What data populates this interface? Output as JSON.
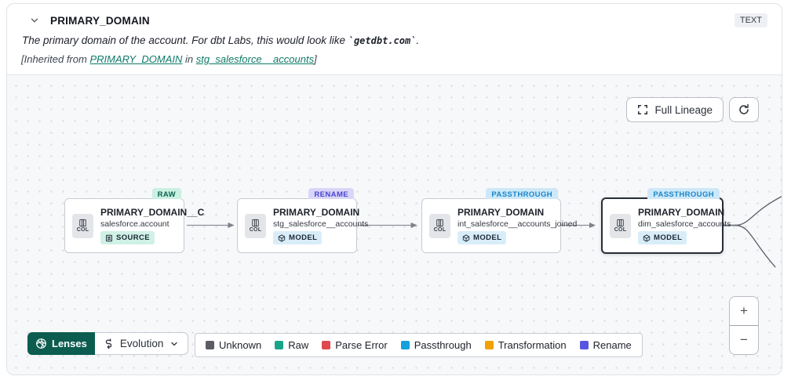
{
  "header": {
    "title": "PRIMARY_DOMAIN",
    "type_badge": "TEXT",
    "description_prefix": "The primary domain of the account. For dbt Labs, this would look like ",
    "description_code": "`getdbt.com`",
    "description_suffix": ".",
    "inherited_prefix": "[Inherited from ",
    "inherited_link_column": "PRIMARY_DOMAIN",
    "inherited_middle": " in ",
    "inherited_link_model": "stg_salesforce__accounts",
    "inherited_suffix": "]"
  },
  "canvas": {
    "full_lineage_label": "Full Lineage",
    "zoom_in_label": "+",
    "zoom_out_label": "−",
    "nodes": [
      {
        "badge": "RAW",
        "kind_label": "COL",
        "title": "PRIMARY_DOMAIN__C",
        "subtitle": "salesforce.account",
        "type": "SOURCE"
      },
      {
        "badge": "RENAME",
        "kind_label": "COL",
        "title": "PRIMARY_DOMAIN",
        "subtitle": "stg_salesforce__accounts",
        "type": "MODEL"
      },
      {
        "badge": "PASSTHROUGH",
        "kind_label": "COL",
        "title": "PRIMARY_DOMAIN",
        "subtitle": "int_salesforce__accounts_joined",
        "type": "MODEL"
      },
      {
        "badge": "PASSTHROUGH",
        "kind_label": "COL",
        "title": "PRIMARY_DOMAIN",
        "subtitle": "dim_salesforce_accounts",
        "type": "MODEL",
        "selected": true
      }
    ]
  },
  "toolbar": {
    "lenses_label": "Lenses",
    "lens_selected": "Evolution"
  },
  "legend": {
    "items": [
      {
        "label": "Unknown",
        "color": "#5a5d63"
      },
      {
        "label": "Raw",
        "color": "#16a58a"
      },
      {
        "label": "Parse Error",
        "color": "#e0484e"
      },
      {
        "label": "Passthrough",
        "color": "#13a0dc"
      },
      {
        "label": "Transformation",
        "color": "#f0a202"
      },
      {
        "label": "Rename",
        "color": "#5a55e0"
      }
    ]
  },
  "colors": {
    "accent_green": "#0c5c50",
    "link_teal": "#0e7a68",
    "raw_tag_bg": "#c9f0e1",
    "rename_tag_bg": "#d9d6f9",
    "passthrough_tag_bg": "#cde8f8",
    "selected_node_border": "#272d38"
  }
}
